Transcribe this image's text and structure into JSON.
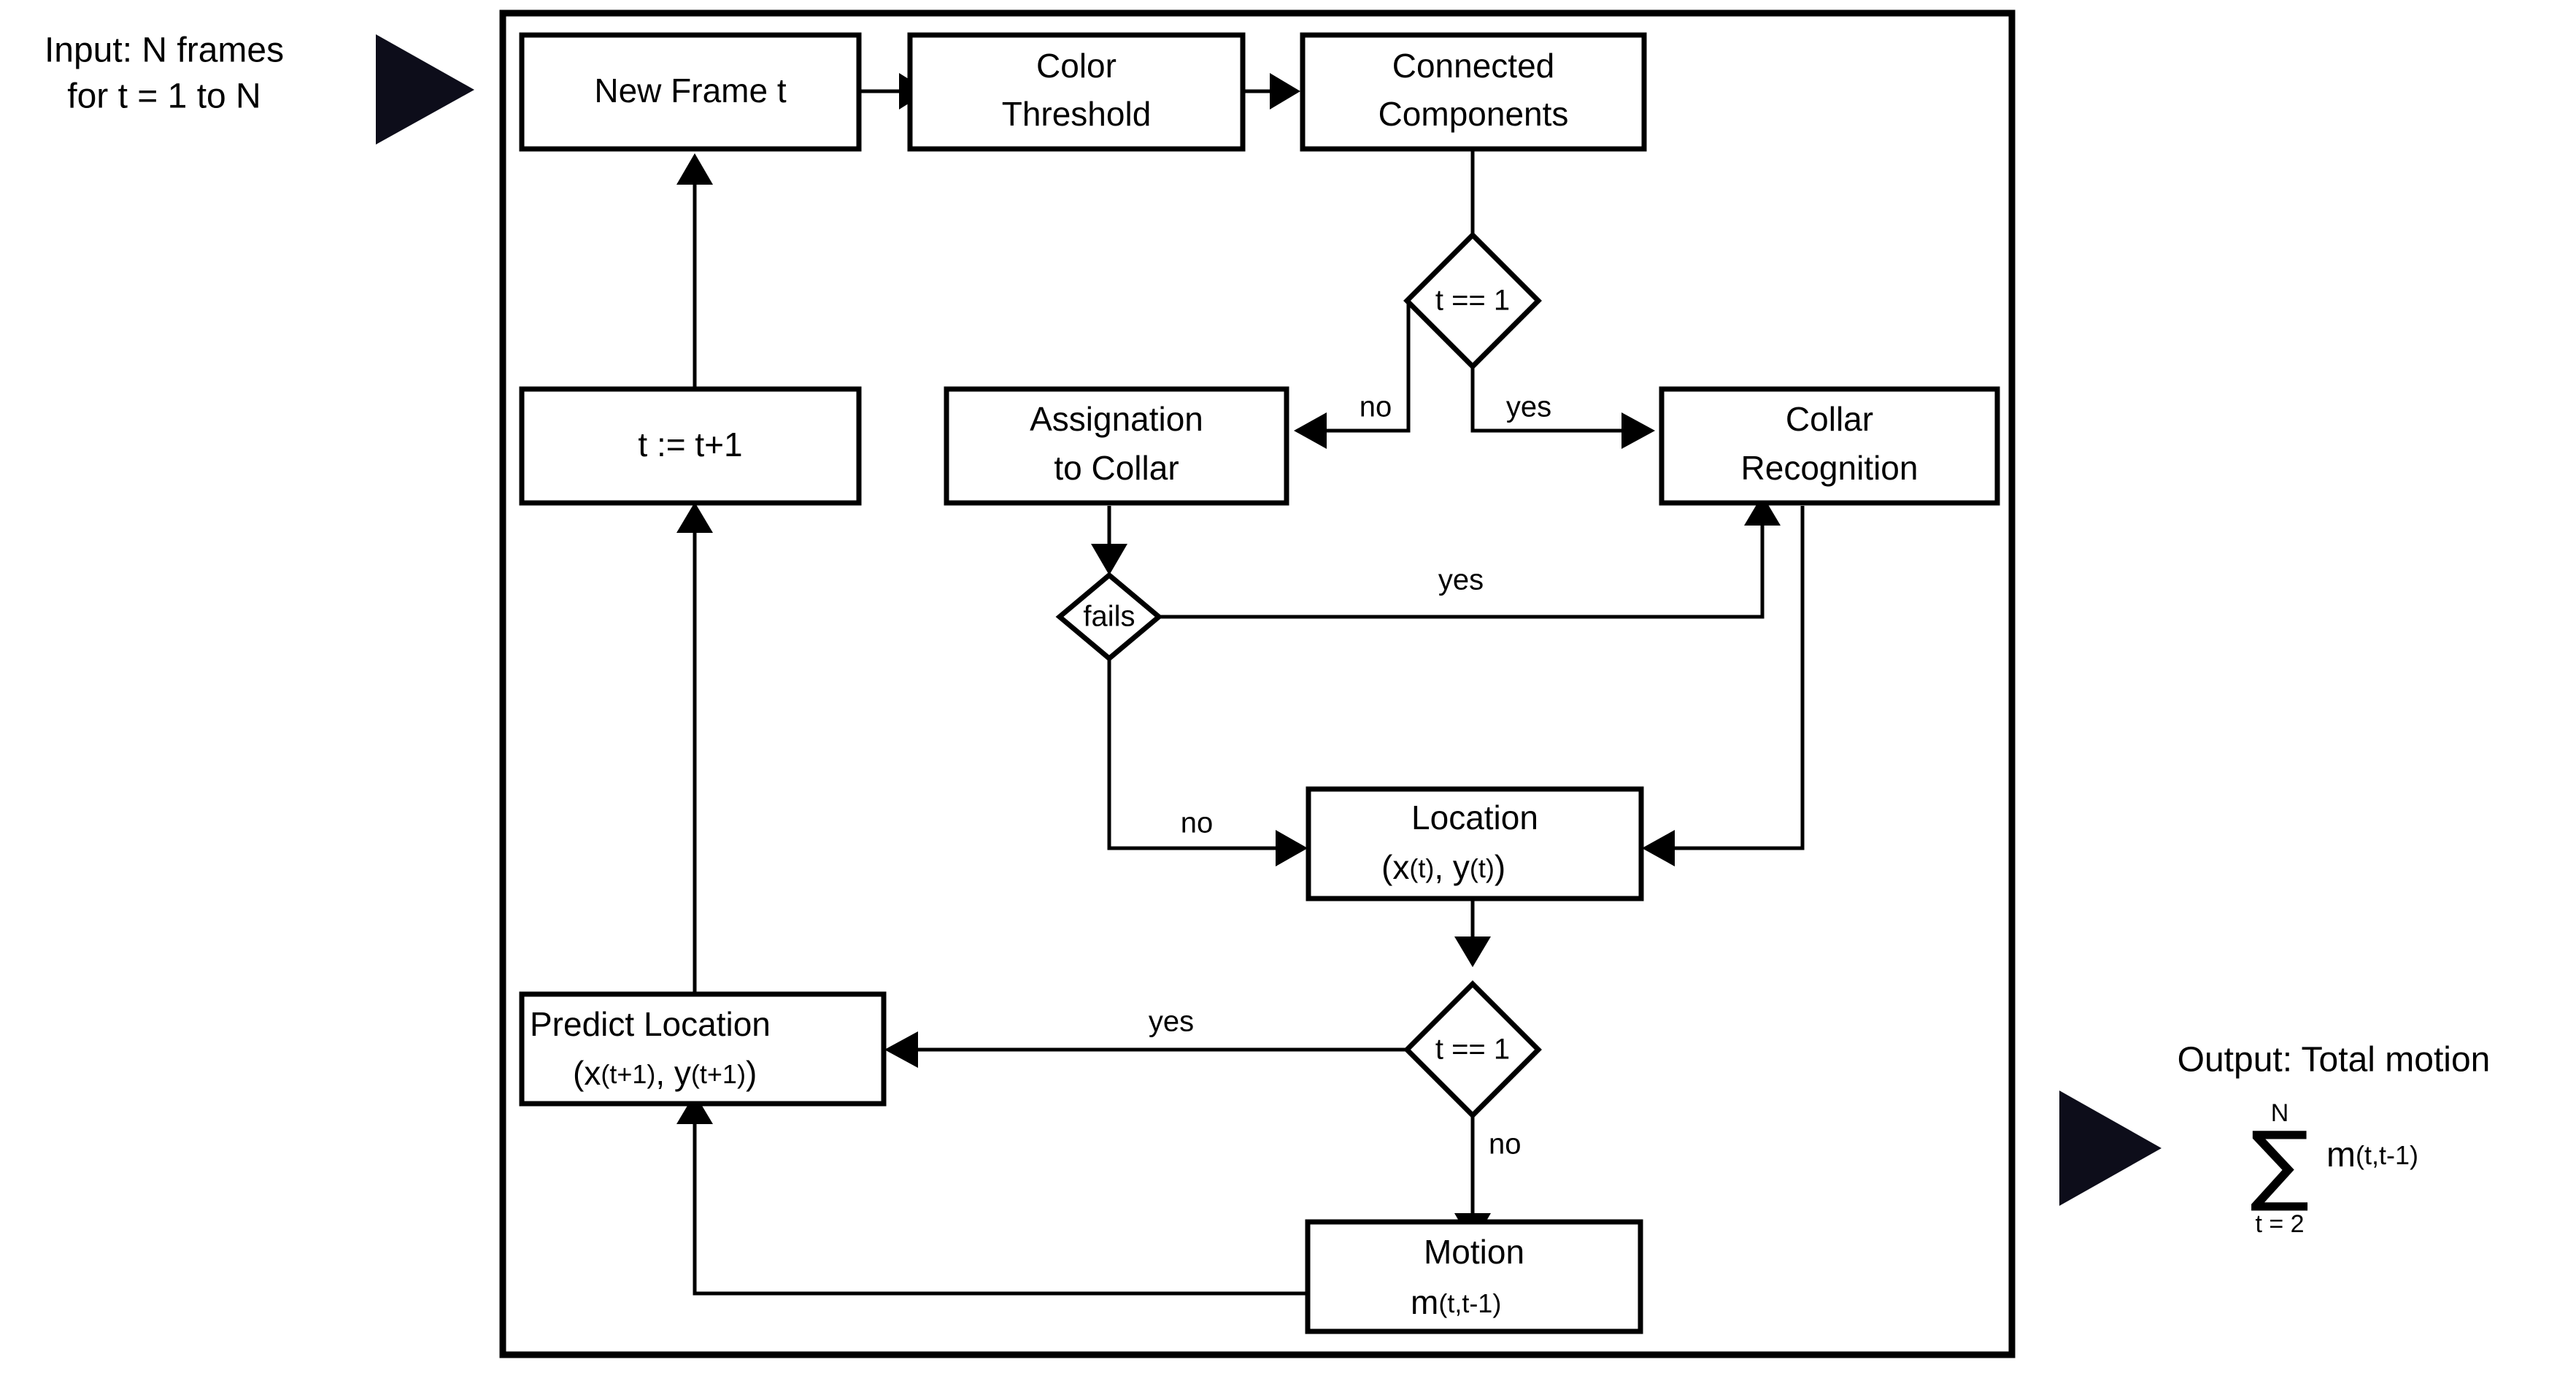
{
  "diagram": {
    "title_input": {
      "line1": "Input: N frames",
      "line2": "for t = 1 to N"
    },
    "title_output": {
      "line1": "Output: Total motion",
      "sum_upper": "N",
      "sum_lower": "t = 2",
      "sum_symbol": "∑",
      "sum_body_main": "m",
      "sum_body_sub": "(t,t-1)"
    },
    "nodes": [
      {
        "id": "new-frame",
        "label_line1": "New Frame t",
        "label_line2": ""
      },
      {
        "id": "color-threshold",
        "label_line1": "Color",
        "label_line2": "Threshold"
      },
      {
        "id": "connected-components",
        "label_line1": "Connected",
        "label_line2": "Components"
      },
      {
        "id": "increment-t",
        "label_line1": "t := t+1",
        "label_line2": ""
      },
      {
        "id": "assignation-to-collar",
        "label_line1": "Assignation",
        "label_line2": "to Collar"
      },
      {
        "id": "collar-recognition",
        "label_line1": "Collar",
        "label_line2": "Recognition"
      },
      {
        "id": "location",
        "label_line1": "Location",
        "label_line2_main": "(x",
        "label_line2_sub1": "(t)",
        "label_line2_mid": ", y",
        "label_line2_sub2": "(t)",
        "label_line2_end": ")"
      },
      {
        "id": "predict-location",
        "label_line1": "Predict Location",
        "label_line2_main": "(x",
        "label_line2_sub1": "(t+1)",
        "label_line2_mid": ", y",
        "label_line2_sub2": "(t+1)",
        "label_line2_end": ")"
      },
      {
        "id": "motion",
        "label_line1": "Motion",
        "label_line2_main": "m",
        "label_line2_sub1": "(t,t-1)"
      }
    ],
    "decisions": [
      {
        "id": "decision-t-eq-1-top",
        "label": "t == 1"
      },
      {
        "id": "decision-fails",
        "label": "fails"
      },
      {
        "id": "decision-t-eq-1-bottom",
        "label": "t == 1"
      }
    ],
    "edge_labels": {
      "top_no": "no",
      "top_yes": "yes",
      "fails_yes": "yes",
      "fails_no": "no",
      "bottom_yes": "yes",
      "bottom_no": "no"
    },
    "colors": {
      "stroke": "#000000",
      "fill": "#ffffff",
      "triangle": "#0d0d1a"
    }
  }
}
